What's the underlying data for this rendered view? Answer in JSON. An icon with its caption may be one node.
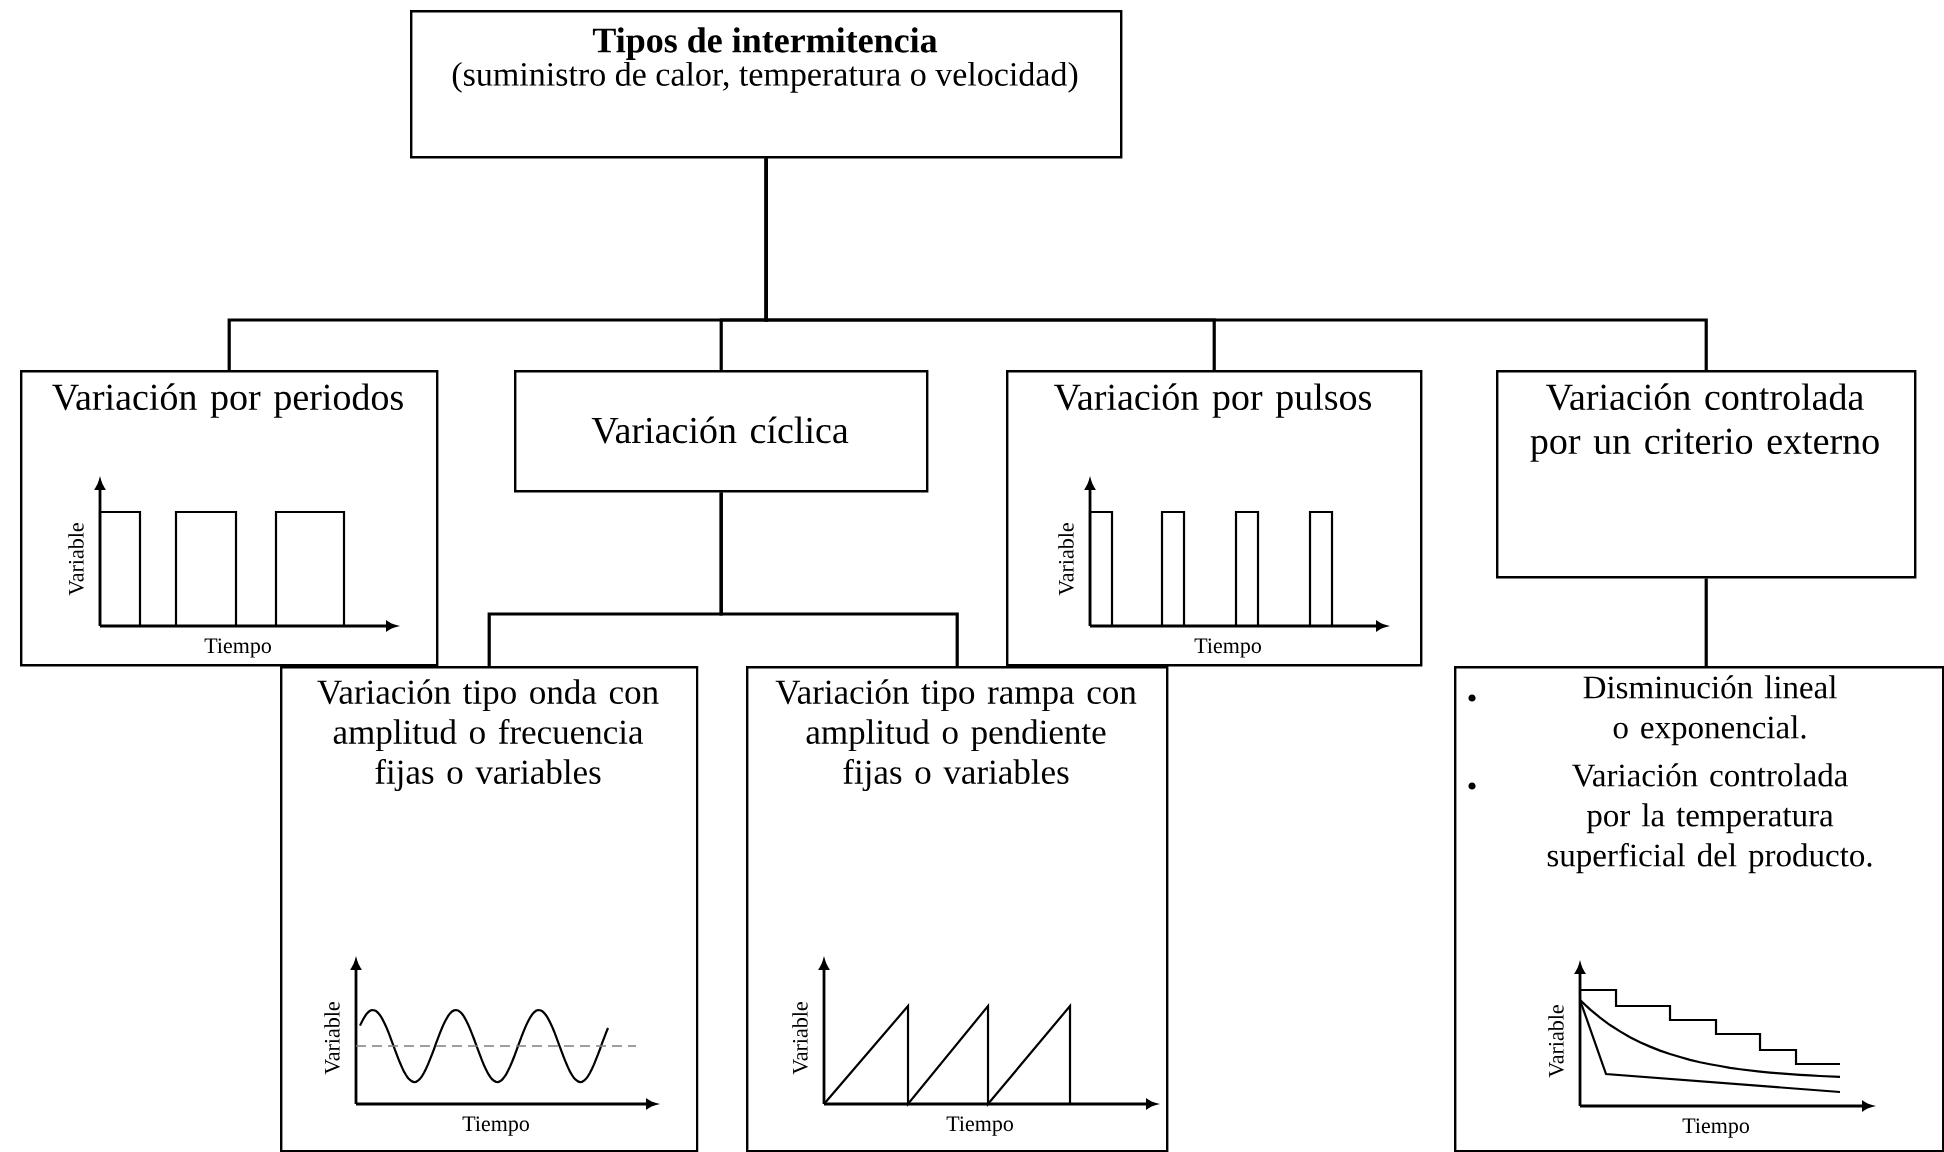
{
  "diagram": {
    "nodes": [
      {
        "text": [
          "Tipos de intermitencia",
          "(suministro de calor, temperatura o velocidad)"
        ]
      },
      {
        "text": [
          "Variación por periodos"
        ]
      },
      {
        "text": [
          "Variación cíclica"
        ]
      },
      {
        "text": [
          "Variación por pulsos"
        ]
      },
      {
        "text": [
          "Variación controlada por un criterio externo"
        ]
      },
      {
        "text": [
          "Variación tipo onda con amplitud o frecuencia fijas o variables"
        ]
      },
      {
        "text": [
          "Variación tipo rampa con amplitud o pendiente fijas o variables"
        ]
      },
      {
        "text": [
          "Disminución lineal o exponencial.",
          "Variación controlada por la temperatura superficial del producto."
        ]
      }
    ],
    "edges": [
      {
        "from": 0,
        "to": 1,
        "arrow": "none"
      },
      {
        "from": 0,
        "to": 2,
        "arrow": "none"
      },
      {
        "from": 0,
        "to": 3,
        "arrow": "none"
      },
      {
        "from": 0,
        "to": 4,
        "arrow": "none"
      },
      {
        "from": 2,
        "to": 5,
        "arrow": "none"
      },
      {
        "from": 2,
        "to": 6,
        "arrow": "none"
      },
      {
        "from": 4,
        "to": 7,
        "arrow": "none"
      }
    ],
    "labels": [
      "Variable",
      "Tiempo",
      "Variable",
      "Tiempo",
      "Variable",
      "Tiempo",
      "Variable",
      "Tiempo",
      "Variable",
      "Tiempo"
    ]
  }
}
